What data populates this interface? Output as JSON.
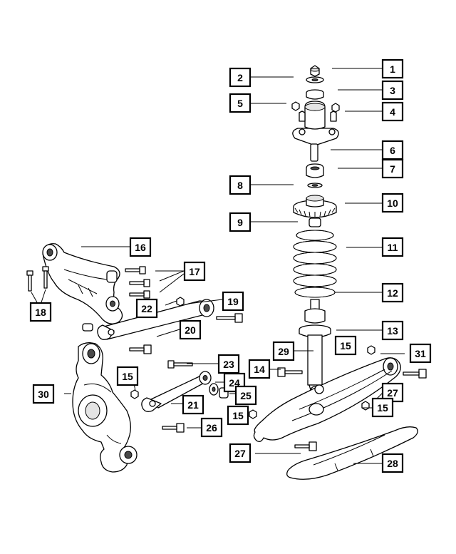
{
  "callouts": {
    "c1": "1",
    "c2": "2",
    "c3": "3",
    "c4": "4",
    "c5": "5",
    "c6": "6",
    "c7": "7",
    "c8": "8",
    "c9": "9",
    "c10": "10",
    "c11": "11",
    "c12": "12",
    "c13": "13",
    "c14": "14",
    "c15a": "15",
    "c15b": "15",
    "c15c": "15",
    "c15d": "15",
    "c16": "16",
    "c17": "17",
    "c18": "18",
    "c19": "19",
    "c20": "20",
    "c21": "21",
    "c22": "22",
    "c23": "23",
    "c24": "24",
    "c25": "25",
    "c26": "26",
    "c27a": "27",
    "c27b": "27",
    "c28": "28",
    "c29": "29",
    "c30": "30",
    "c31": "31"
  }
}
